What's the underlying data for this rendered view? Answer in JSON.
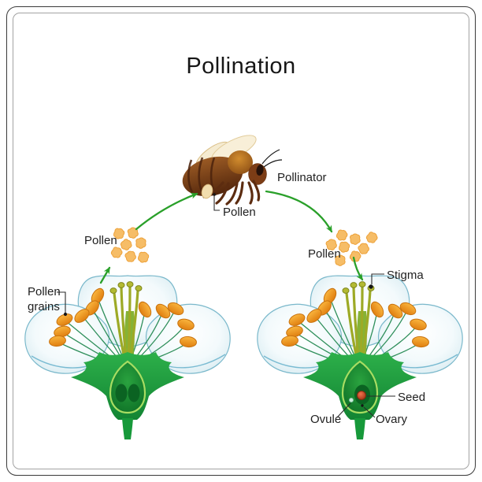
{
  "title": "Pollination",
  "labels": {
    "pollinator": "Pollinator",
    "bee_pollen": "Pollen",
    "left_pollen": "Pollen",
    "right_pollen": "Pollen",
    "pollen_grains_line1": "Pollen",
    "pollen_grains_line2": "grains",
    "stigma": "Stigma",
    "seed": "Seed",
    "ovule": "Ovule",
    "ovary": "Ovary"
  },
  "colors": {
    "label_color": "#1f1f1f",
    "arrow_green": "#2aa02a",
    "pollen_fill": "#f6bd67",
    "pollen_edge": "#eda23a",
    "petal_fill": "#eef7fa",
    "petal_edge": "#7ab8cb",
    "sepal_green": "#1fa23c",
    "anther_orange": "#ef9318",
    "bee_brown": "#7a3b1b",
    "wing_cream": "#f5ebd1",
    "seed_red": "#c43c16"
  }
}
